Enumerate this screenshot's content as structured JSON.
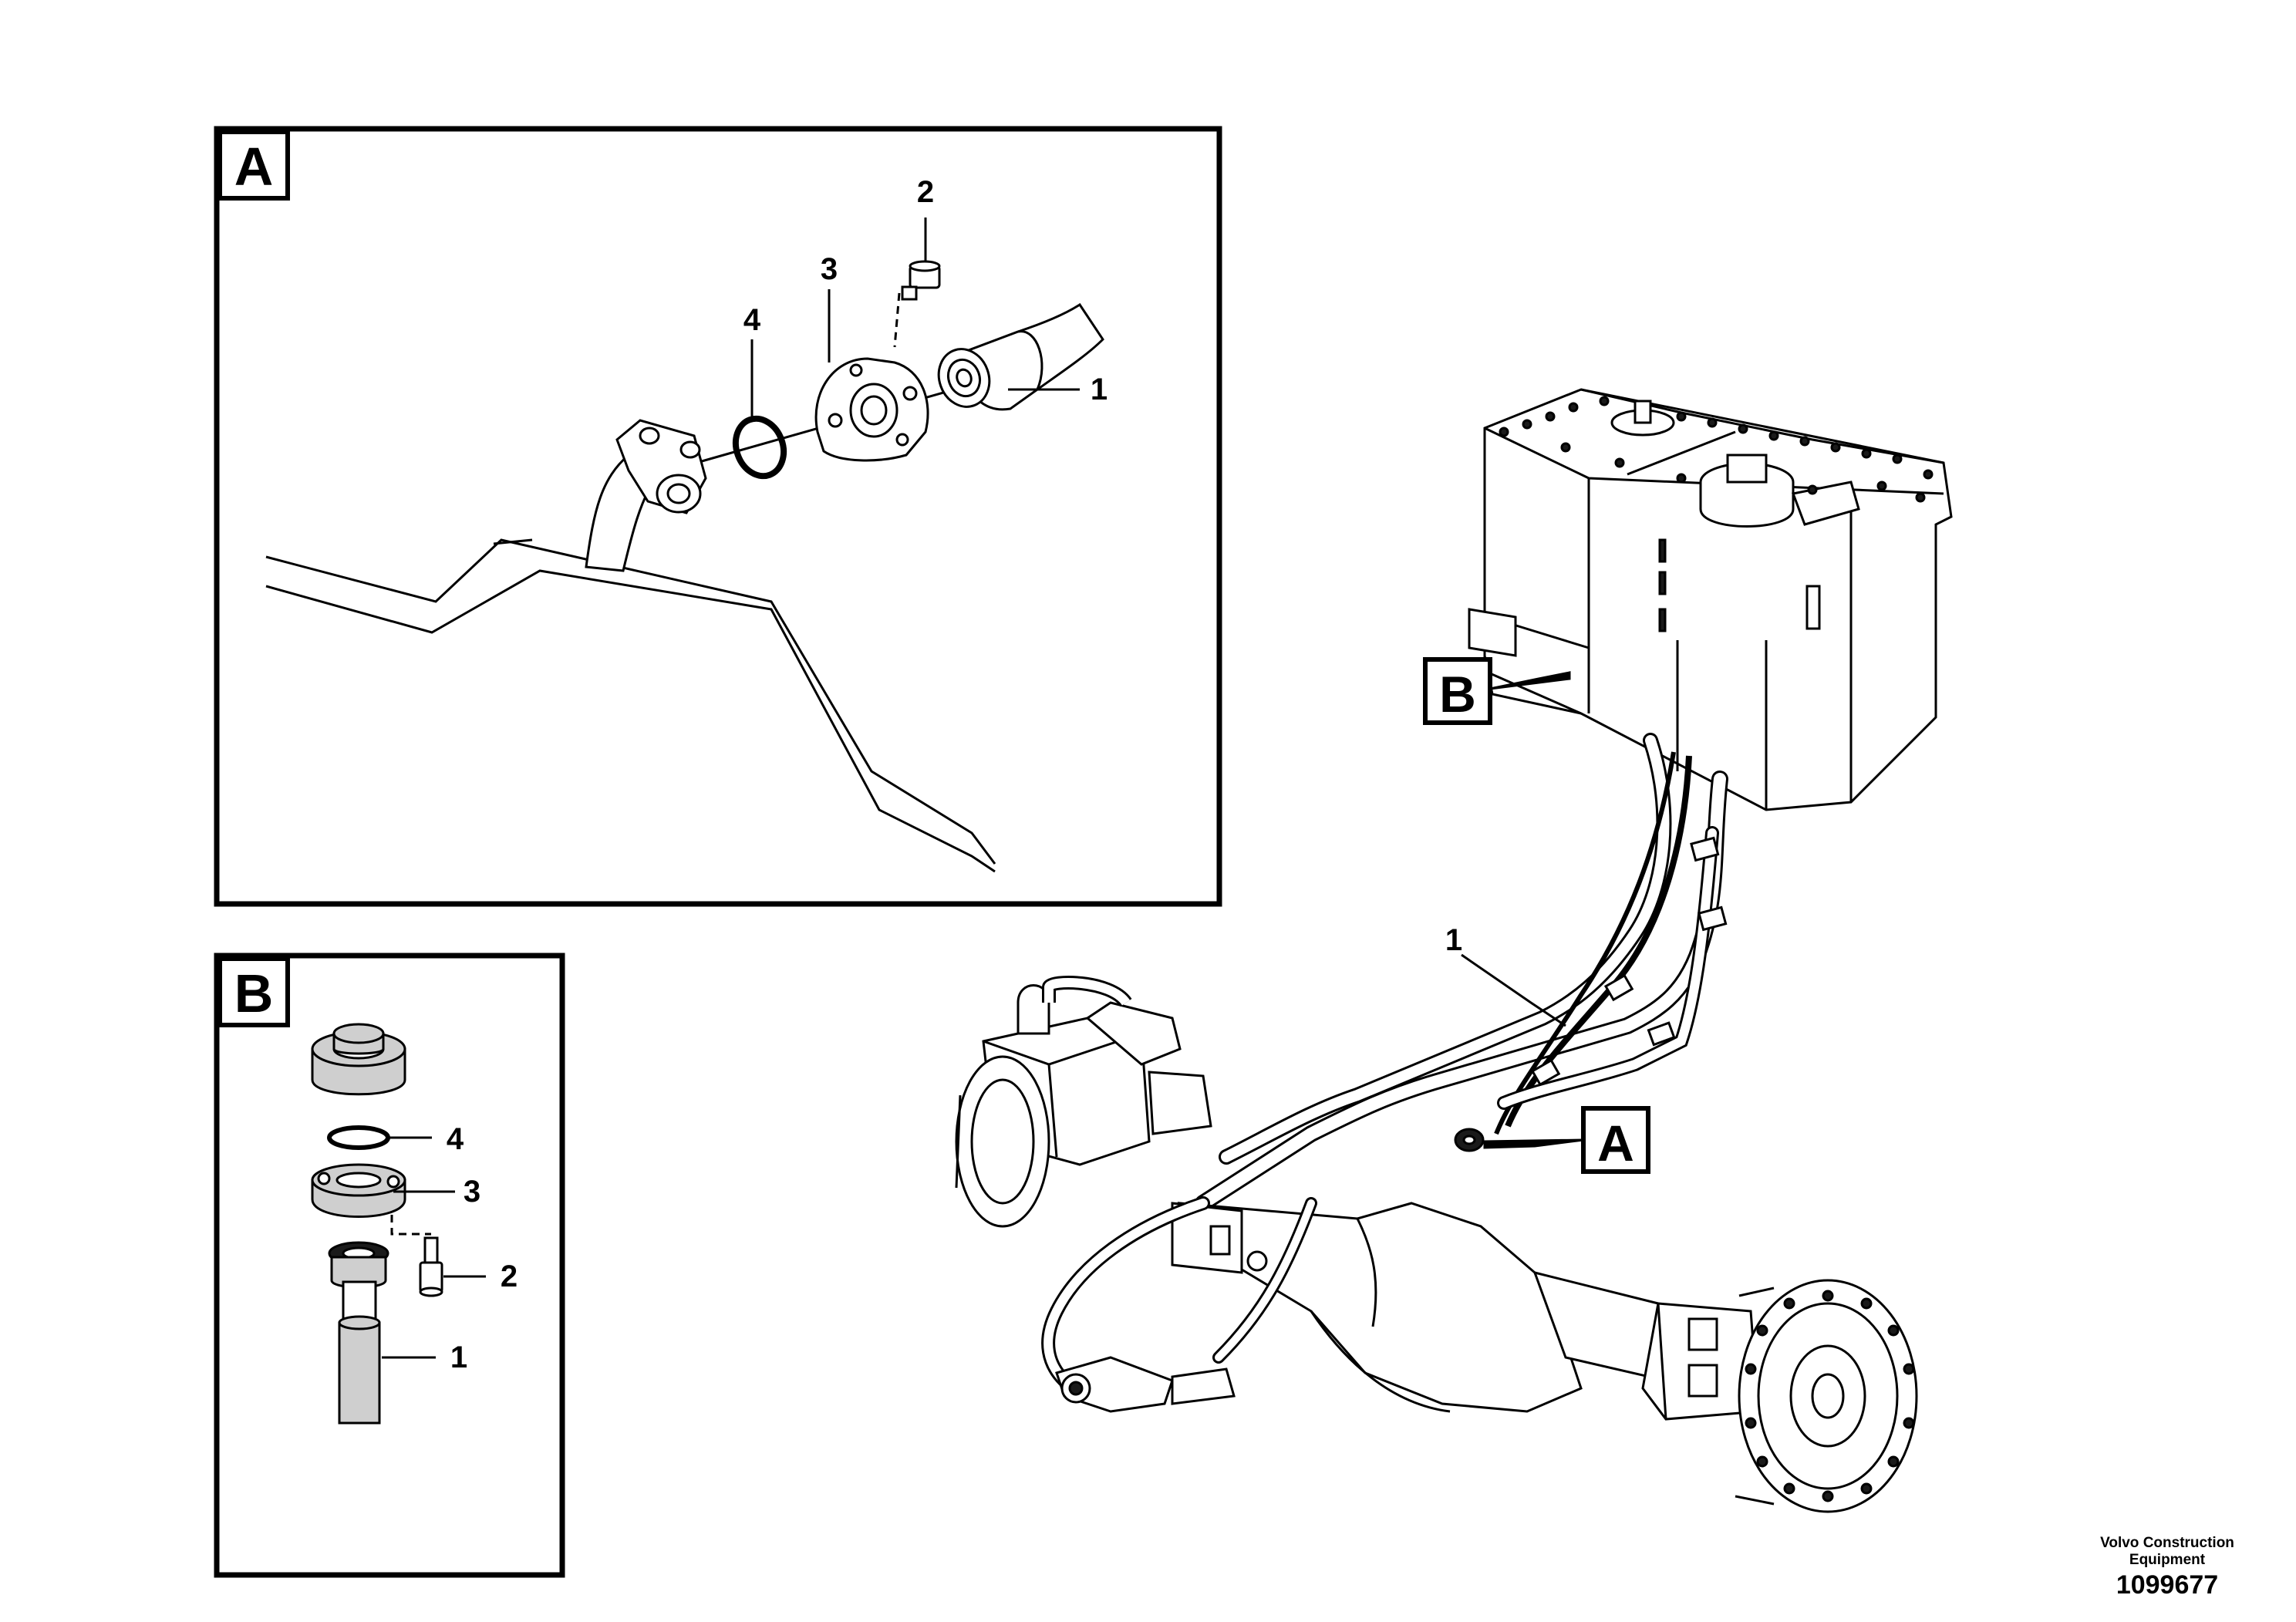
{
  "detail_a": {
    "letter": "A",
    "callouts": {
      "hose": "1",
      "screw": "2",
      "flange": "3",
      "o_ring": "4"
    }
  },
  "detail_b": {
    "letter": "B",
    "callouts": {
      "hose": "1",
      "screw": "2",
      "flange": "3",
      "o_ring": "4"
    }
  },
  "main_view": {
    "callout_a": "A",
    "callout_b": "B",
    "hose_callout": "1"
  },
  "footer": {
    "company_line1": "Volvo Construction",
    "company_line2": "Equipment",
    "drawing_number": "1099677"
  }
}
